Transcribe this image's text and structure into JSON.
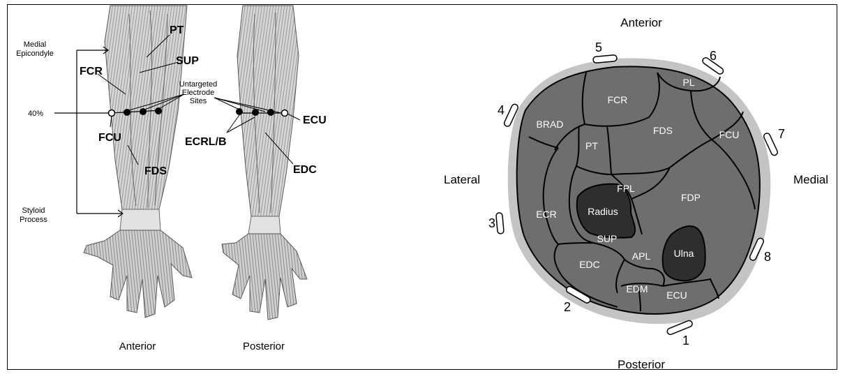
{
  "left_panel": {
    "anatomy_labels": {
      "pt": "PT",
      "sup": "SUP",
      "fcr": "FCR",
      "fcu": "FCU",
      "fds": "FDS",
      "ecu": "ECU",
      "ecrl_b": "ECRL/B",
      "edc": "EDC"
    },
    "annotations": {
      "medial_line1": "Medial",
      "medial_line2": "Epicondyle",
      "percent": "40%",
      "styloid_line1": "Styloid",
      "styloid_line2": "Process",
      "untargeted_line1": "Untargeted",
      "untargeted_line2": "Electrode",
      "untargeted_line3": "Sites"
    },
    "captions": {
      "anterior": "Anterior",
      "posterior": "Posterior"
    }
  },
  "right_panel": {
    "orientation": {
      "top": "Anterior",
      "bottom": "Posterior",
      "left": "Lateral",
      "right": "Medial"
    },
    "electrodes": [
      "1",
      "2",
      "3",
      "4",
      "5",
      "6",
      "7",
      "8"
    ],
    "muscles": {
      "fcr": "FCR",
      "pl": "PL",
      "brad": "BRAD",
      "fds": "FDS",
      "fcu": "FCU",
      "pt": "PT",
      "fpl": "FPL",
      "fdp": "FDP",
      "ecr": "ECR",
      "sup": "SUP",
      "edc": "EDC",
      "apl": "APL",
      "edm": "EDM",
      "ecu": "ECU"
    },
    "bones": {
      "radius": "Radius",
      "ulna": "Ulna"
    }
  },
  "colors": {
    "skin": "#c4c4c4",
    "muscle": "#6e6e6e",
    "bone": "#2e2e2e",
    "outline": "#000000",
    "illustration_light": "#d8d8d8"
  }
}
